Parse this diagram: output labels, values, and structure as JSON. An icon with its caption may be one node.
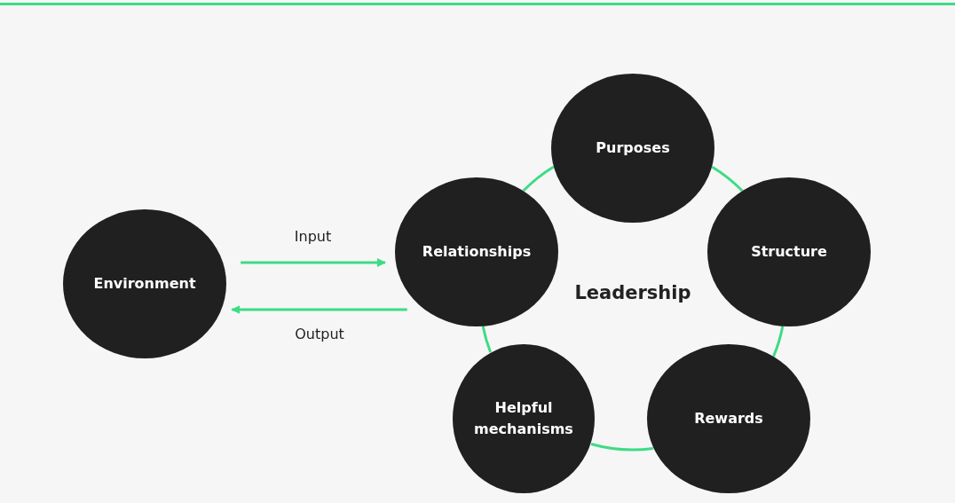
{
  "diagram": {
    "nodes": [
      {
        "text": [
          "Environment"
        ]
      },
      {
        "text": [
          "Purposes"
        ]
      },
      {
        "text": [
          "Relationships"
        ]
      },
      {
        "text": [
          "Structure"
        ]
      },
      {
        "text": [
          "Helpful mechanisms"
        ]
      },
      {
        "text": [
          "Rewards"
        ]
      }
    ],
    "edges": [
      {
        "from": 0,
        "to": 2,
        "arrow": "to",
        "label": "Input"
      },
      {
        "from": 2,
        "to": 0,
        "arrow": "to",
        "label": "Output"
      },
      {
        "from": 1,
        "to": 3,
        "arrow": "none"
      },
      {
        "from": 3,
        "to": 5,
        "arrow": "none"
      },
      {
        "from": 5,
        "to": 4,
        "arrow": "none"
      },
      {
        "from": 4,
        "to": 2,
        "arrow": "none"
      },
      {
        "from": 2,
        "to": 1,
        "arrow": "none"
      }
    ],
    "labels": [
      "Leadership"
    ]
  }
}
